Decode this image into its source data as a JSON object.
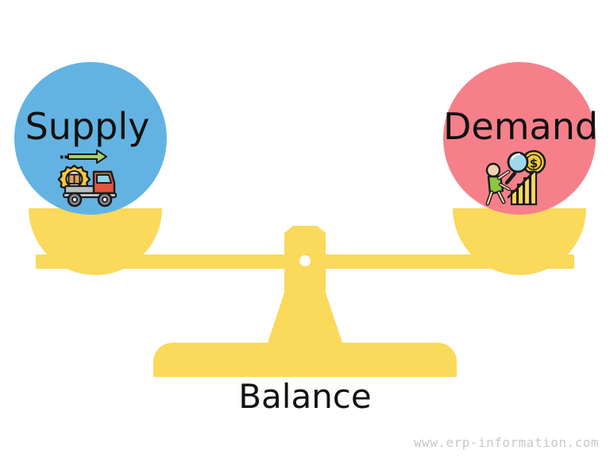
{
  "figure": {
    "title": "Balance",
    "caption": "Balance",
    "watermark": "www.erp-information.com"
  },
  "colors": {
    "background": "#ffffff",
    "supply_circle": "#63B3E2",
    "demand_circle": "#F5808A",
    "scale_yellow": "#FAD95B",
    "label_text": "#111111",
    "caption_text": "#121212",
    "watermark_text": "#c9c9c9"
  },
  "sides": {
    "left": {
      "label": "Supply",
      "circle_color": "#63B3E2",
      "icon_name": "delivery-truck-gear-icon",
      "icon_description": "Delivery truck with gear and package, green arrow pointing right"
    },
    "right": {
      "label": "Demand",
      "circle_color": "#F5808A",
      "icon_name": "growth-chart-person-icon",
      "icon_description": "Person climbing rising bar chart with magnifying glass and dollar coin"
    }
  },
  "scale": {
    "beam_name": "balance-beam",
    "pivot_name": "balance-pivot",
    "base_name": "balance-base",
    "left_pan_name": "left-pan",
    "right_pan_name": "right-pan",
    "state": "balanced"
  }
}
